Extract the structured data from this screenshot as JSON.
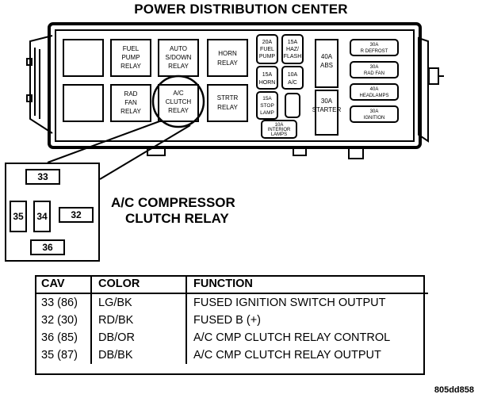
{
  "title": "POWER DISTRIBUTION CENTER",
  "relays": {
    "fuel_pump": [
      "FUEL",
      "PUMP",
      "RELAY"
    ],
    "auto_shutdown": [
      "AUTO",
      "S/DOWN",
      "RELAY"
    ],
    "horn": [
      "HORN",
      "RELAY"
    ],
    "rad_fan": [
      "RAD",
      "FAN",
      "RELAY"
    ],
    "ac_clutch": [
      "A/C",
      "CLUTCH",
      "RELAY"
    ],
    "starter": [
      "STRTR",
      "RELAY"
    ]
  },
  "fuses_small": {
    "fuel_pump": [
      "20A",
      "FUEL",
      "PUMP"
    ],
    "haz_flash": [
      "15A",
      "HAZ/",
      "FLASH"
    ],
    "horn": [
      "15A",
      "HORN"
    ],
    "ac": [
      "10A",
      "A/C"
    ],
    "stop_lamp": [
      "15A",
      "STOP",
      "LAMP"
    ],
    "interior_lamps": [
      "10A",
      "INTERIOR",
      "LAMPS"
    ]
  },
  "maxi_fuses": {
    "abs": [
      "40A",
      "ABS"
    ],
    "starter": [
      "30A",
      "STARTER"
    ]
  },
  "cartridge_fuses": {
    "r_defrost": [
      "30A",
      "R DEFROST"
    ],
    "rad_fan": [
      "30A",
      "RAD FAN"
    ],
    "headlamps": [
      "40A",
      "HEADLAMPS"
    ],
    "ignition": [
      "30A",
      "IGNITION"
    ]
  },
  "inset_pins": {
    "p33": "33",
    "p35": "35",
    "p34": "34",
    "p32": "32",
    "p36": "36"
  },
  "relay_caption": {
    "line1": "A/C COMPRESSOR",
    "line2": "CLUTCH RELAY"
  },
  "table": {
    "headers": [
      "CAV",
      "COLOR",
      "FUNCTION"
    ],
    "rows": [
      [
        "33 (86)",
        "LG/BK",
        "FUSED IGNITION SWITCH OUTPUT"
      ],
      [
        "32 (30)",
        "RD/BK",
        "FUSED B (+)"
      ],
      [
        "36 (85)",
        "DB/OR",
        "A/C CMP CLUTCH RELAY CONTROL"
      ],
      [
        "35 (87)",
        "DB/BK",
        "A/C CMP CLUTCH RELAY OUTPUT"
      ]
    ]
  },
  "doc_id": "805dd858"
}
